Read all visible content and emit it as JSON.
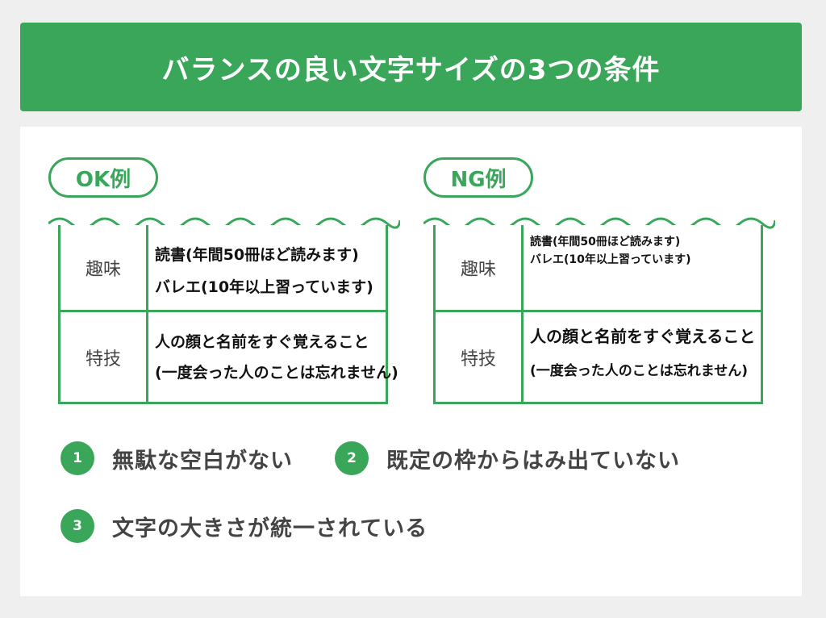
{
  "title": "バランスの良い文字サイズの3つの条件",
  "colors": {
    "accent": "#3aa65a",
    "background": "#efefef",
    "card": "#ffffff"
  },
  "ok": {
    "label": "OK例",
    "rows": [
      {
        "label": "趣味",
        "lines": [
          "読書(年間50冊ほど読みます)",
          "バレエ(10年以上習っています)"
        ]
      },
      {
        "label": "特技",
        "lines": [
          "人の顔と名前をすぐ覚えること",
          "(一度会った人のことは忘れません)"
        ]
      }
    ]
  },
  "ng": {
    "label": "NG例",
    "rows": [
      {
        "label": "趣味",
        "lines": [
          "読書(年間50冊ほど読みます)",
          "バレエ(10年以上習っています)"
        ]
      },
      {
        "label": "特技",
        "lines": [
          "人の顔と名前をすぐ覚えること",
          "(一度会った人のことは忘れません)"
        ]
      }
    ]
  },
  "conditions": [
    {
      "num": "1",
      "text": "無駄な空白がない"
    },
    {
      "num": "2",
      "text": "既定の枠からはみ出ていない"
    },
    {
      "num": "3",
      "text": "文字の大きさが統一されている"
    }
  ]
}
